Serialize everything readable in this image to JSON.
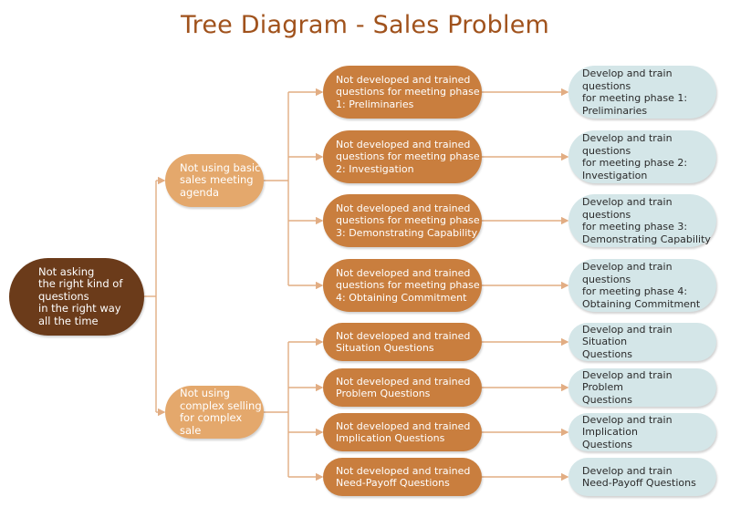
{
  "title": "Tree Diagram - Sales Problem",
  "colors": {
    "title": "#a0521c",
    "root_fill": "#6b3b1a",
    "level1_fill": "#e4a86c",
    "level2_fill": "#c97e3e",
    "level3_fill": "#d4e6e8",
    "connector": "#e2ad83"
  },
  "root": {
    "label": "Not asking\nthe right kind of\nquestions\nin the right way\nall the time"
  },
  "branches": [
    {
      "label": "Not using basic\nsales meeting\nagenda",
      "children": [
        {
          "problem": "Not developed and trained\nquestions for meeting phase\n1: Preliminaries",
          "solution": "Develop and train questions\nfor meeting phase 1:\nPreliminaries"
        },
        {
          "problem": "Not developed and trained\nquestions for meeting phase\n2: Investigation",
          "solution": "Develop and train questions\nfor meeting phase 2:\nInvestigation"
        },
        {
          "problem": "Not developed and trained\nquestions for meeting phase\n3: Demonstrating Capability",
          "solution": "Develop and train questions\nfor meeting phase 3:\nDemonstrating Capability"
        },
        {
          "problem": "Not developed and trained\nquestions for meeting phase\n4: Obtaining Commitment",
          "solution": "Develop and train questions\nfor meeting phase 4:\nObtaining Commitment"
        }
      ]
    },
    {
      "label": "Not using\ncomplex selling\nfor complex sale",
      "children": [
        {
          "problem": "Not developed and trained\nSituation Questions",
          "solution": "Develop and train Situation\nQuestions"
        },
        {
          "problem": "Not developed and trained\nProblem Questions",
          "solution": "Develop and train Problem\nQuestions"
        },
        {
          "problem": "Not developed and trained\nImplication Questions",
          "solution": "Develop and train Implication\nQuestions"
        },
        {
          "problem": "Not developed and trained\nNeed-Payoff Questions",
          "solution": "Develop and train\nNeed-Payoff Questions"
        }
      ]
    }
  ]
}
